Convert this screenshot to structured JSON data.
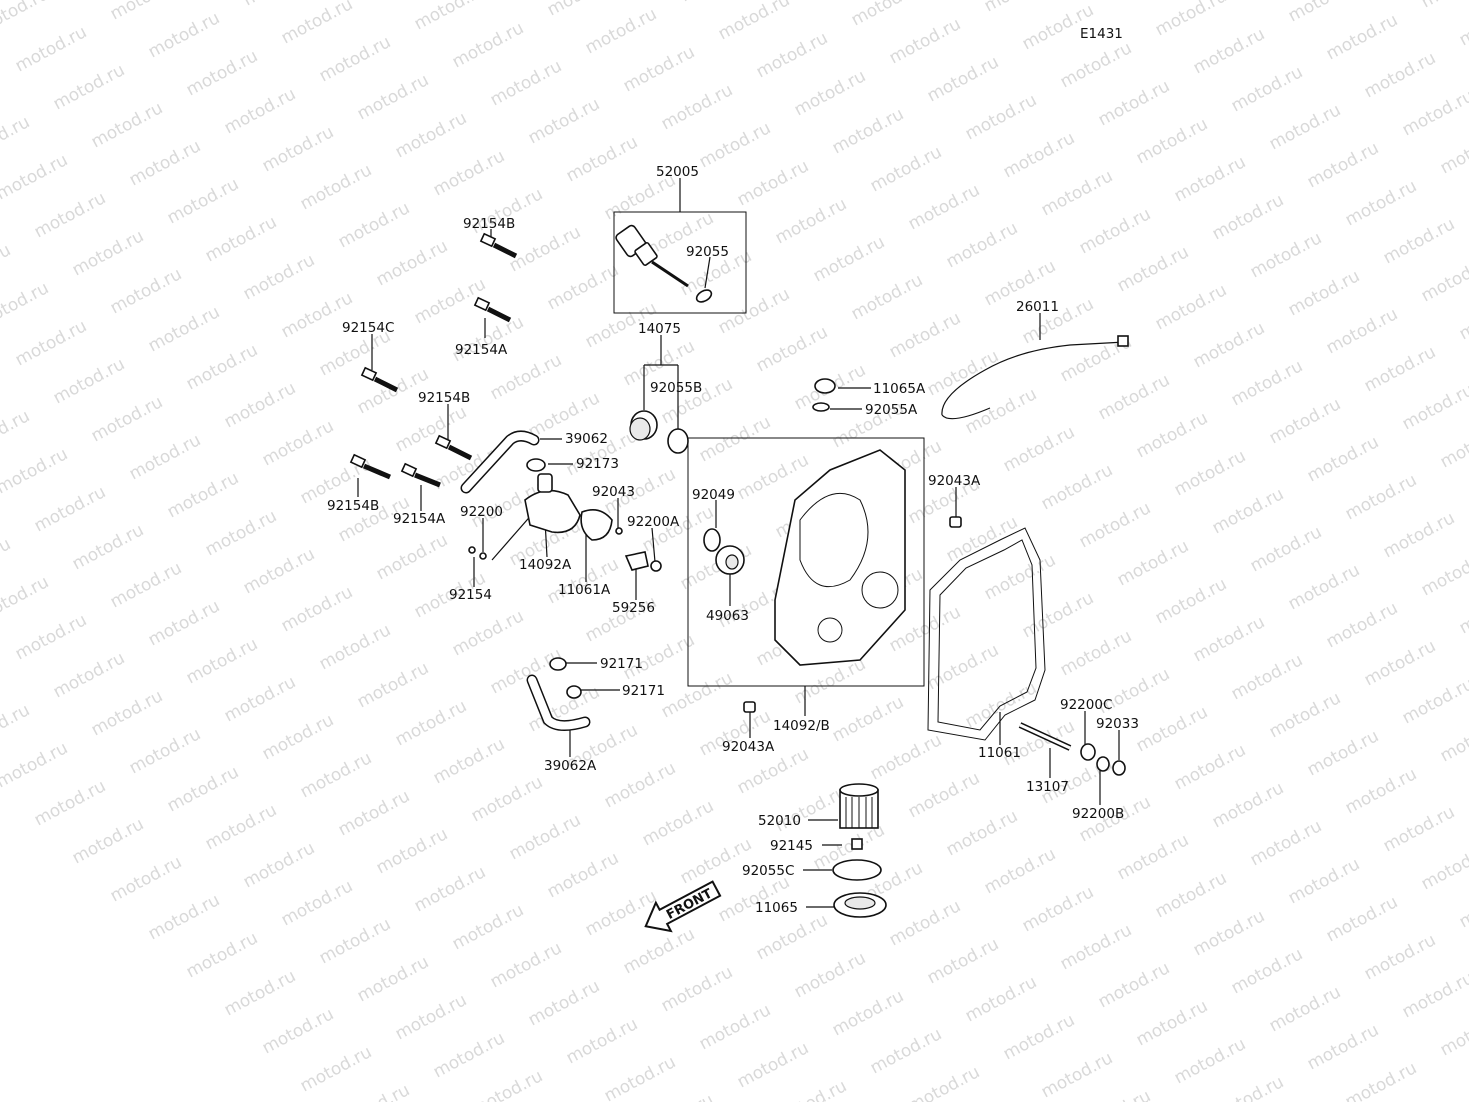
{
  "diagram_code": "E1431",
  "watermark": "motod.ru",
  "front_label": "FRONT",
  "parts": [
    "52005",
    "92055",
    "14075",
    "92055B",
    "92154B",
    "92154A",
    "92154C",
    "39062",
    "92173",
    "92043",
    "92200A",
    "92200",
    "14092A",
    "11061A",
    "92154",
    "59256",
    "92049",
    "49063",
    "11065A",
    "92055A",
    "26011",
    "92043A",
    "92171",
    "39062A",
    "14092/B",
    "11061",
    "92200C",
    "92033",
    "13107",
    "92200B",
    "52010",
    "92145",
    "92055C",
    "11065"
  ]
}
